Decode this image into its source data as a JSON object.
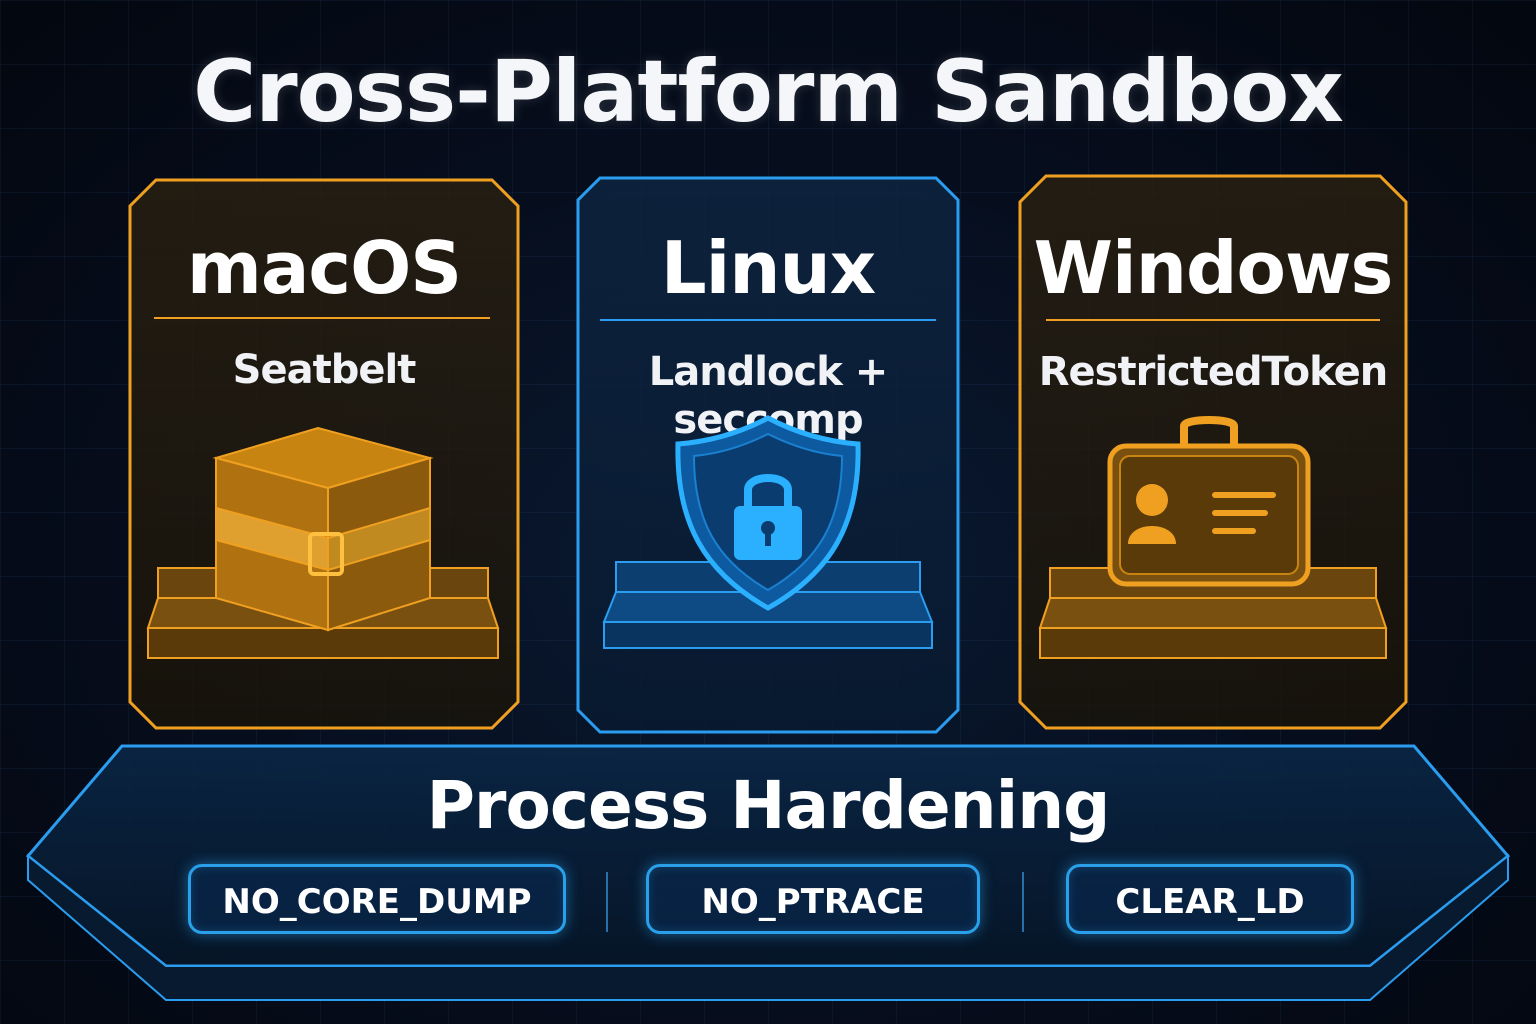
{
  "title": "Cross-Platform Sandbox",
  "pillars": [
    {
      "name": "macOS",
      "mechanism": "Seatbelt",
      "icon": "belted-box-icon",
      "color": "#f0a020"
    },
    {
      "name": "Linux",
      "mechanism": "Landlock + seccomp",
      "icon": "shield-lock-icon",
      "color": "#2a9df0"
    },
    {
      "name": "Windows",
      "mechanism": "RestrictedToken",
      "icon": "id-badge-case-icon",
      "color": "#f0a020"
    }
  ],
  "hardening": {
    "title": "Process Hardening",
    "flags": [
      "NO_CORE_DUMP",
      "NO_PTRACE",
      "CLEAR_LD"
    ],
    "color": "#2a9df0"
  }
}
